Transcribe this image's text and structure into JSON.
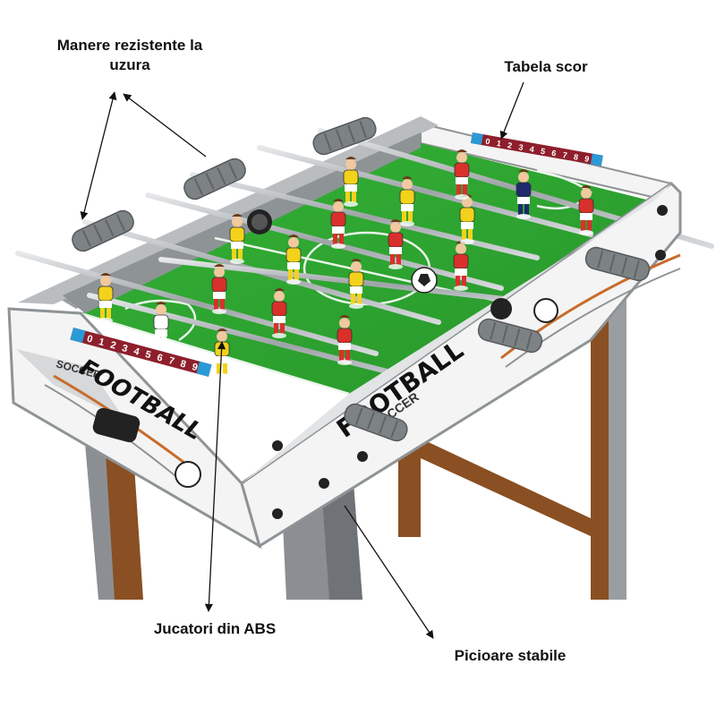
{
  "callouts": {
    "handles": "Manere rezistente la uzura",
    "scoreboard": "Tabela scor",
    "players": "Jucatori din ABS",
    "legs": "Picioare stabile"
  },
  "table_text": {
    "soccer_small": "SOCCER",
    "football_front": "FOOTBALL",
    "football_side": "FOOTBALL",
    "soccer_side": "SOCCER"
  },
  "score_digits": [
    "0",
    "1",
    "2",
    "3",
    "4",
    "5",
    "6",
    "7",
    "8",
    "9"
  ],
  "colors": {
    "field": "#2fa531",
    "frame_white": "#f4f4f4",
    "frame_gray": "#8e9396",
    "leg_wood": "#8a4f22",
    "leg_gray": "#8b8f93",
    "team_red": "#d9302b",
    "team_yellow": "#f2d21b",
    "handle_gray": "#7d8285",
    "score_red": "#8e1f2c",
    "score_blue": "#2a9ad6"
  }
}
